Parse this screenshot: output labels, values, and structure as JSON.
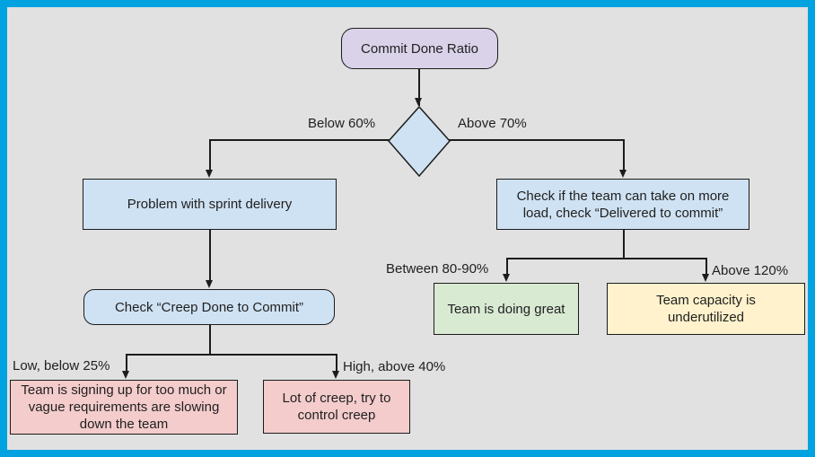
{
  "diagram_title": "Commit Done Ratio flowchart",
  "nodes": {
    "root": {
      "label": "Commit Done Ratio",
      "shape": "rounded-rectangle"
    },
    "decision": {
      "shape": "diamond",
      "label": ""
    },
    "problem": {
      "label": "Problem with sprint delivery",
      "shape": "rectangle"
    },
    "check_more_load": {
      "label": "Check if the team can take on more load, check “Delivered to commit”",
      "shape": "rectangle"
    },
    "check_creep": {
      "label": "Check “Creep Done to Commit”",
      "shape": "rounded-rectangle"
    },
    "too_much": {
      "label": "Team is signing up for too much or vague requirements are slowing down the team",
      "shape": "rectangle"
    },
    "lot_of_creep": {
      "label": "Lot of creep, try to control creep",
      "shape": "rectangle"
    },
    "doing_great": {
      "label": "Team is doing great",
      "shape": "rectangle"
    },
    "underutilized": {
      "label": "Team capacity is underutilized",
      "shape": "rectangle"
    }
  },
  "edge_labels": {
    "below_60": "Below 60%",
    "above_70": "Above 70%",
    "low_below_25": "Low, below 25%",
    "high_above_40": "High, above 40%",
    "between_80_90": "Between 80-90%",
    "above_120": "Above 120%"
  },
  "colors": {
    "frame_border": "#00A2E0",
    "canvas_bg": "#E1E1E1",
    "shape_line": "#1C1C1C",
    "text": "#1F1F1F",
    "purple": "#D9D2E9",
    "blue": "#CFE2F3",
    "green": "#D9EAD3",
    "yellow": "#FFF2CC",
    "pink": "#F4CCCC"
  }
}
